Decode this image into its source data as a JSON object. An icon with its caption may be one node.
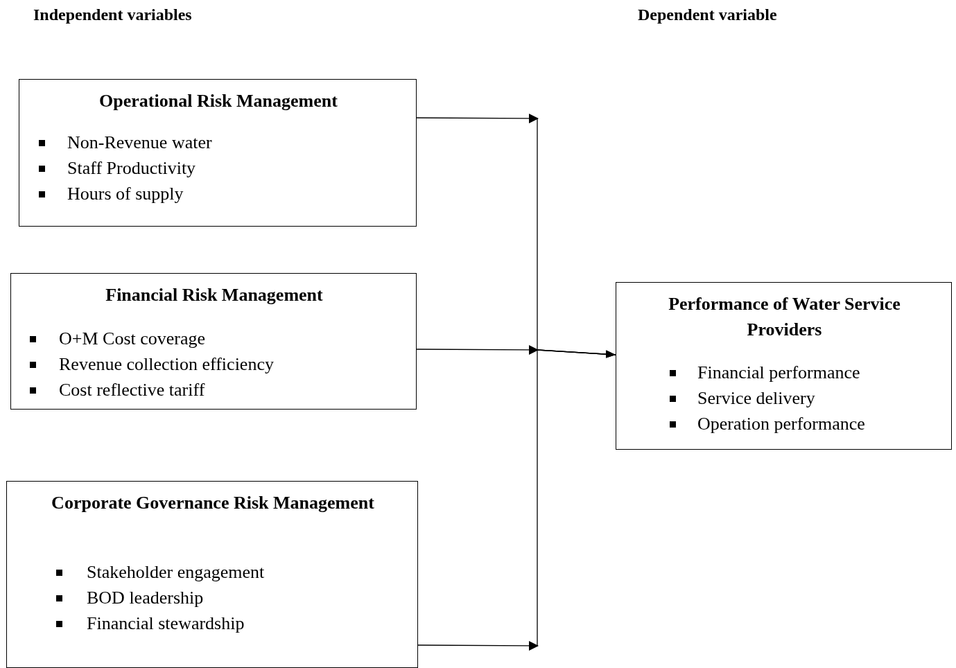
{
  "diagram": {
    "nodes": [
      {
        "text": [
          "Operational Risk Management",
          "Non-Revenue water",
          "Staff Productivity",
          "Hours of supply"
        ]
      },
      {
        "text": [
          "Financial Risk Management",
          "O+M Cost coverage",
          "Revenue collection efficiency",
          "Cost reflective tariff"
        ]
      },
      {
        "text": [
          "Corporate Governance Risk Management",
          "Stakeholder engagement",
          "BOD leadership",
          "Financial stewardship"
        ]
      },
      {
        "text": [
          "Performance of Water Service Providers",
          "Financial performance",
          "Service delivery",
          "Operation performance"
        ]
      }
    ],
    "edges": [
      {
        "from": 0,
        "to": 3,
        "arrow": "to"
      },
      {
        "from": 1,
        "to": 3,
        "arrow": "to"
      },
      {
        "from": 2,
        "to": 3,
        "arrow": "to"
      }
    ],
    "labels": [
      "Independent variables",
      "Dependent variable"
    ]
  }
}
